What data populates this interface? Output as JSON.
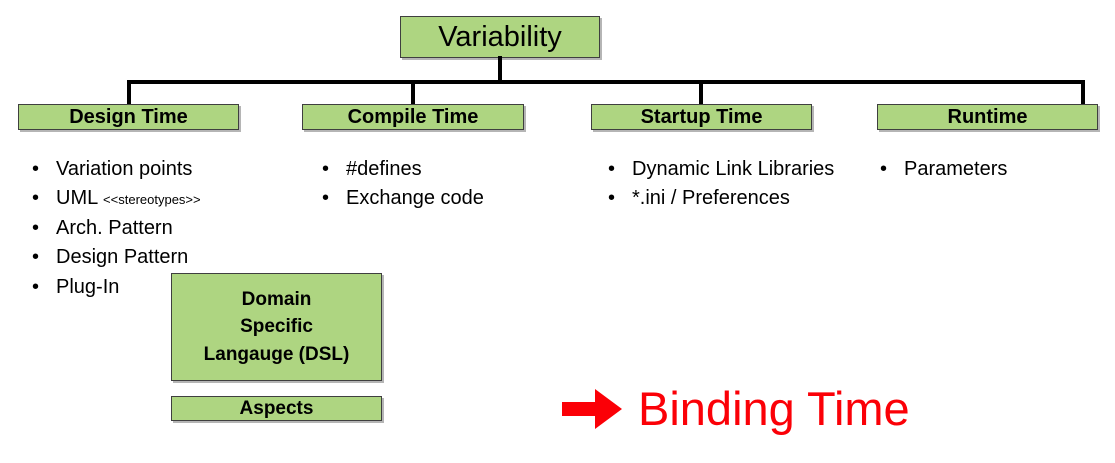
{
  "diagram": {
    "root": {
      "label": "Variability"
    },
    "phases": [
      {
        "id": "design-time",
        "label": "Design Time"
      },
      {
        "id": "compile-time",
        "label": "Compile Time"
      },
      {
        "id": "startup-time",
        "label": "Startup Time"
      },
      {
        "id": "runtime",
        "label": "Runtime"
      }
    ],
    "lists": {
      "design_time": [
        {
          "text": "Variation points",
          "note": ""
        },
        {
          "text": "UML",
          "note": "<<stereotypes>>"
        },
        {
          "text": "Arch. Pattern",
          "note": ""
        },
        {
          "text": "Design Pattern",
          "note": ""
        },
        {
          "text": "Plug-In",
          "note": ""
        }
      ],
      "compile_time": [
        {
          "text": "#defines",
          "note": ""
        },
        {
          "text": "Exchange code",
          "note": ""
        }
      ],
      "startup_time": [
        {
          "text": "Dynamic Link Libraries",
          "note": ""
        },
        {
          "text": "*.ini / Preferences",
          "note": ""
        }
      ],
      "runtime": [
        {
          "text": "Parameters",
          "note": ""
        }
      ]
    },
    "extra_boxes": [
      {
        "id": "dsl",
        "lines": [
          "Domain",
          "Specific",
          "Langauge (DSL)"
        ]
      },
      {
        "id": "aspects",
        "lines": [
          "Aspects"
        ]
      }
    ],
    "callout": {
      "arrow_icon": "right-arrow-icon",
      "label": "Binding Time"
    },
    "bullet_glyph": "•",
    "colors": {
      "box_fill": "#aed581",
      "box_border": "#3f3f3f",
      "connector": "#000000",
      "callout_red": "#fb0007",
      "text": "#000000",
      "background": "#ffffff"
    }
  }
}
